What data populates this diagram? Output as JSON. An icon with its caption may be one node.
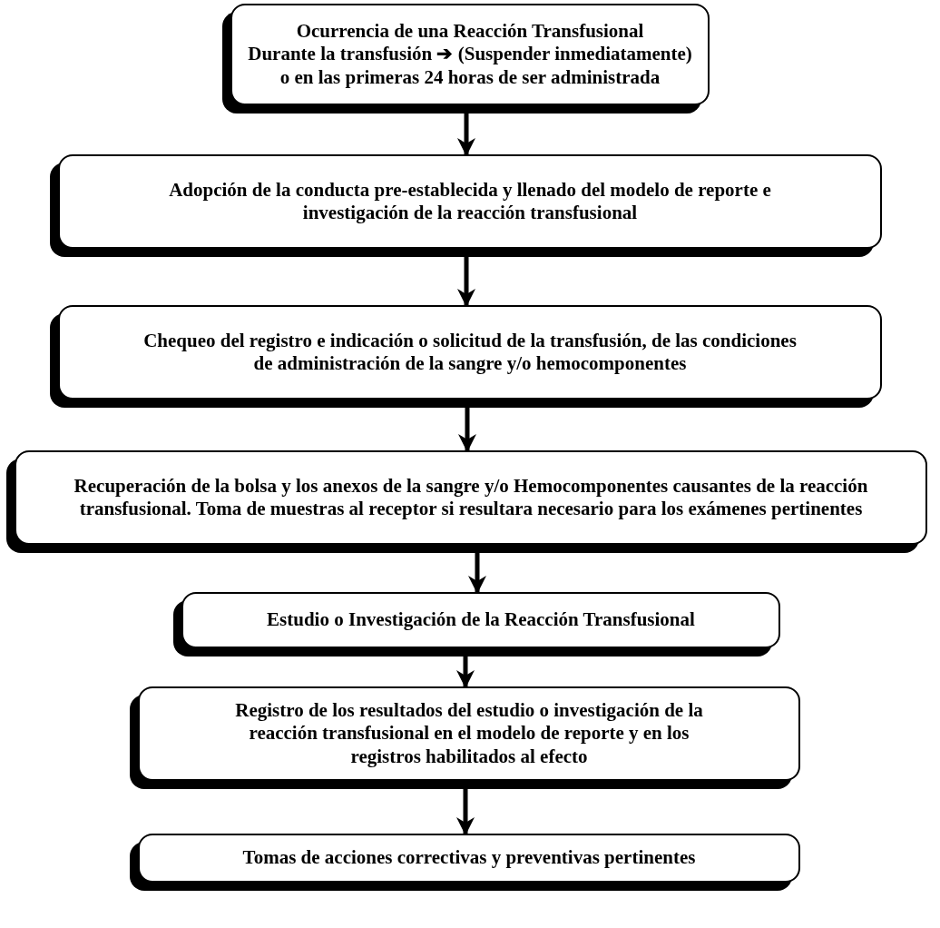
{
  "diagram": {
    "nodes": [
      {
        "text": [
          "Ocurrencia de una Reacción Transfusional",
          "Durante la transfusión ➔ (Suspender inmediatamente)",
          "o en las primeras 24 horas de ser administrada"
        ]
      },
      {
        "text": [
          "Adopción de la conducta pre-establecida y llenado del modelo de reporte e investigación de la reacción transfusional"
        ]
      },
      {
        "text": [
          "Chequeo del registro e indicación o solicitud de la transfusión, de las condiciones de administración de la sangre y/o hemocomponentes"
        ]
      },
      {
        "text": [
          "Recuperación de la bolsa y los anexos de la sangre y/o Hemocomponentes causantes de la reacción transfusional. Toma de muestras al receptor si resultara necesario para los exámenes pertinentes"
        ]
      },
      {
        "text": [
          "Estudio o Investigación de la Reacción Transfusional"
        ]
      },
      {
        "text": [
          "Registro de los resultados del estudio o investigación de la reacción transfusional en el modelo de reporte y en los registros habilitados al efecto"
        ]
      },
      {
        "text": [
          "Tomas de acciones correctivas y preventivas pertinentes"
        ]
      }
    ],
    "edges": [
      {
        "from": 0,
        "to": 1,
        "arrow": "to"
      },
      {
        "from": 1,
        "to": 2,
        "arrow": "to"
      },
      {
        "from": 2,
        "to": 3,
        "arrow": "to"
      },
      {
        "from": 3,
        "to": 4,
        "arrow": "to"
      },
      {
        "from": 4,
        "to": 5,
        "arrow": "to"
      },
      {
        "from": 5,
        "to": 6,
        "arrow": "to"
      }
    ]
  }
}
